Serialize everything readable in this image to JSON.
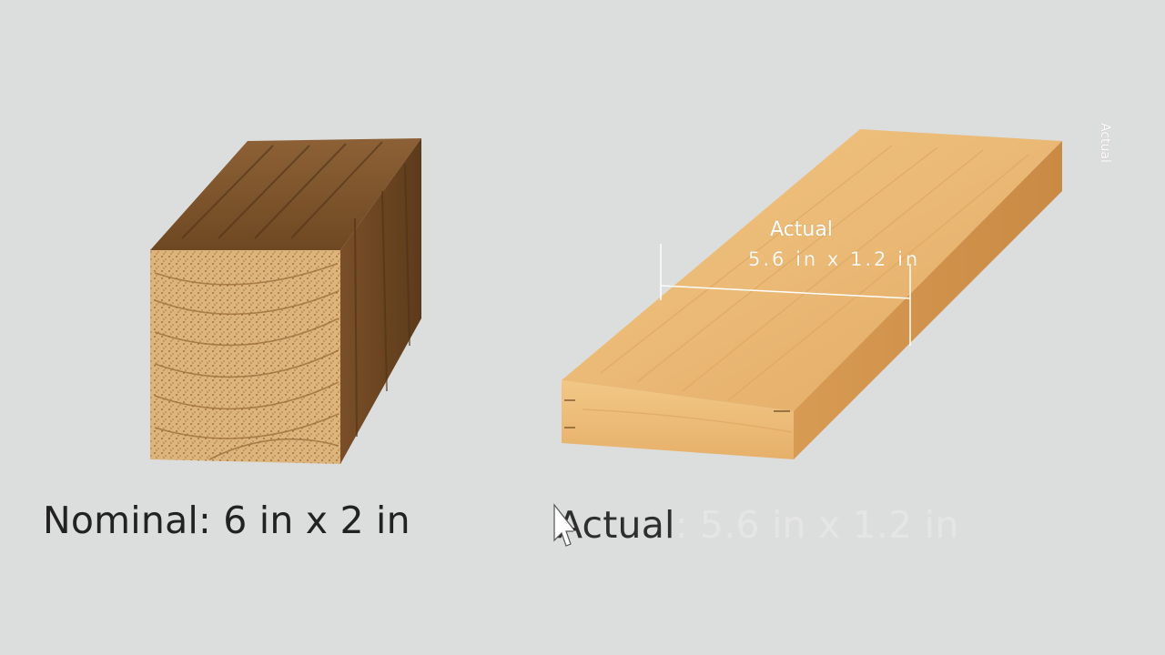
{
  "captions": {
    "nominal": "Nominal: 6 in x 2 in",
    "actual_prefix": "Actual",
    "actual_faded": ": 5.6 in x 1.2 in"
  },
  "board_label": {
    "line1": "Actual",
    "line2": "5.6 in x 1.2 in"
  },
  "side_label": "Actual",
  "icons": {
    "cursor": "mouse-pointer-icon"
  },
  "colors": {
    "background": "#dcdddd",
    "wood_light": "#e8b872",
    "wood_dark": "#8a5a2c",
    "caption_text": "#222222"
  }
}
